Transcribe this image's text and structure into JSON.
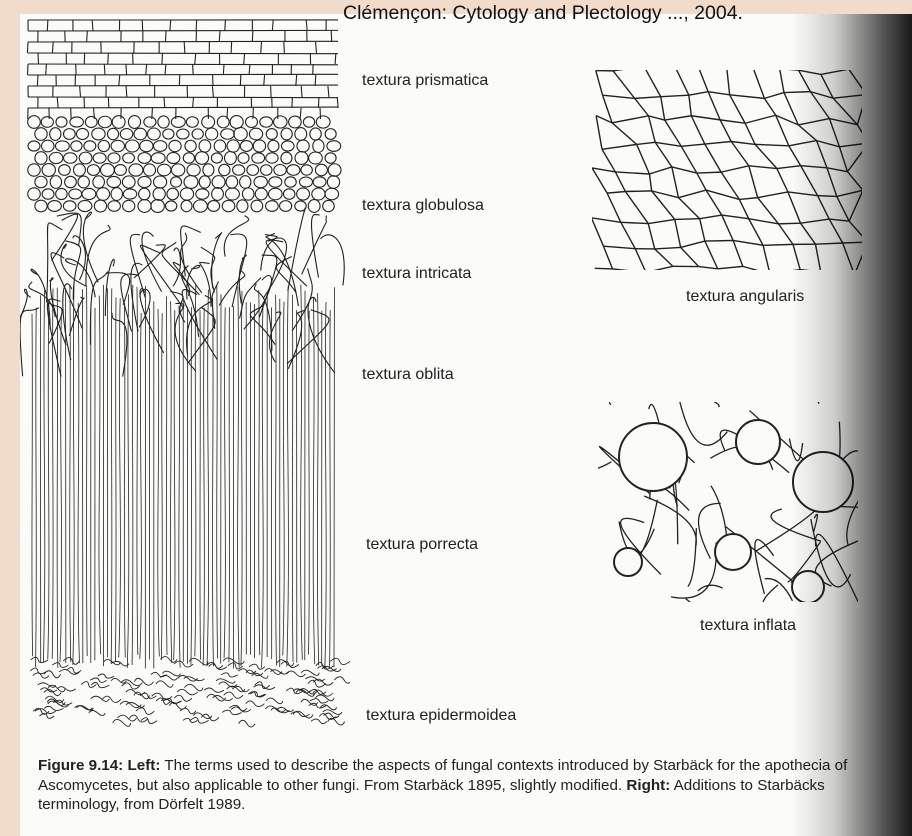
{
  "citation": "Clémençon: Cytology and Plectology ..., 2004.",
  "labels": {
    "prismatica": "textura prismatica",
    "globulosa": "textura globulosa",
    "intricata": "textura intricata",
    "oblita": "textura oblita",
    "porrecta": "textura porrecta",
    "epidermoidea": "textura epidermoidea",
    "angularis": "textura angularis",
    "inflata": "textura inflata"
  },
  "caption": {
    "figure": "Figure 9.14:",
    "left_label": "Left:",
    "left_text": " The terms used to describe the aspects of fungal contexts introduced by Starbäck for the apothecia of Ascomycetes, but also applicable to other fungi. From Starbäck 1895, slightly modified. ",
    "right_label": "Right:",
    "right_text": " Additions to Starbäcks terminology, from Dörfelt 1989."
  },
  "colors": {
    "background": "#f1dccb",
    "paper": "#fbfbf9",
    "ink": "#222222"
  }
}
